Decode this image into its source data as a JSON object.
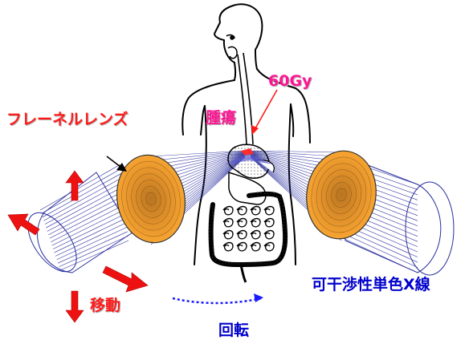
{
  "labels": {
    "fresnel_lens": "フレーネルレンズ",
    "tumor": "腫瘍",
    "dose": "60Gy",
    "movement": "移動",
    "coherent_xray": "可干渉性単色X線",
    "rotation": "回転"
  },
  "colors": {
    "red_label": "#ff1a1a",
    "pink_label": "#ff1493",
    "blue_label": "#0000cc",
    "lens_orange": "#f59c1e",
    "beam_blue": "#2a2f9e",
    "arrow_red": "#ee1111",
    "dotted_blue": "#1a1aff"
  },
  "icons": {
    "move_arrows": "red-arrow-icon",
    "rotation_arrow": "dotted-arrow-icon"
  }
}
